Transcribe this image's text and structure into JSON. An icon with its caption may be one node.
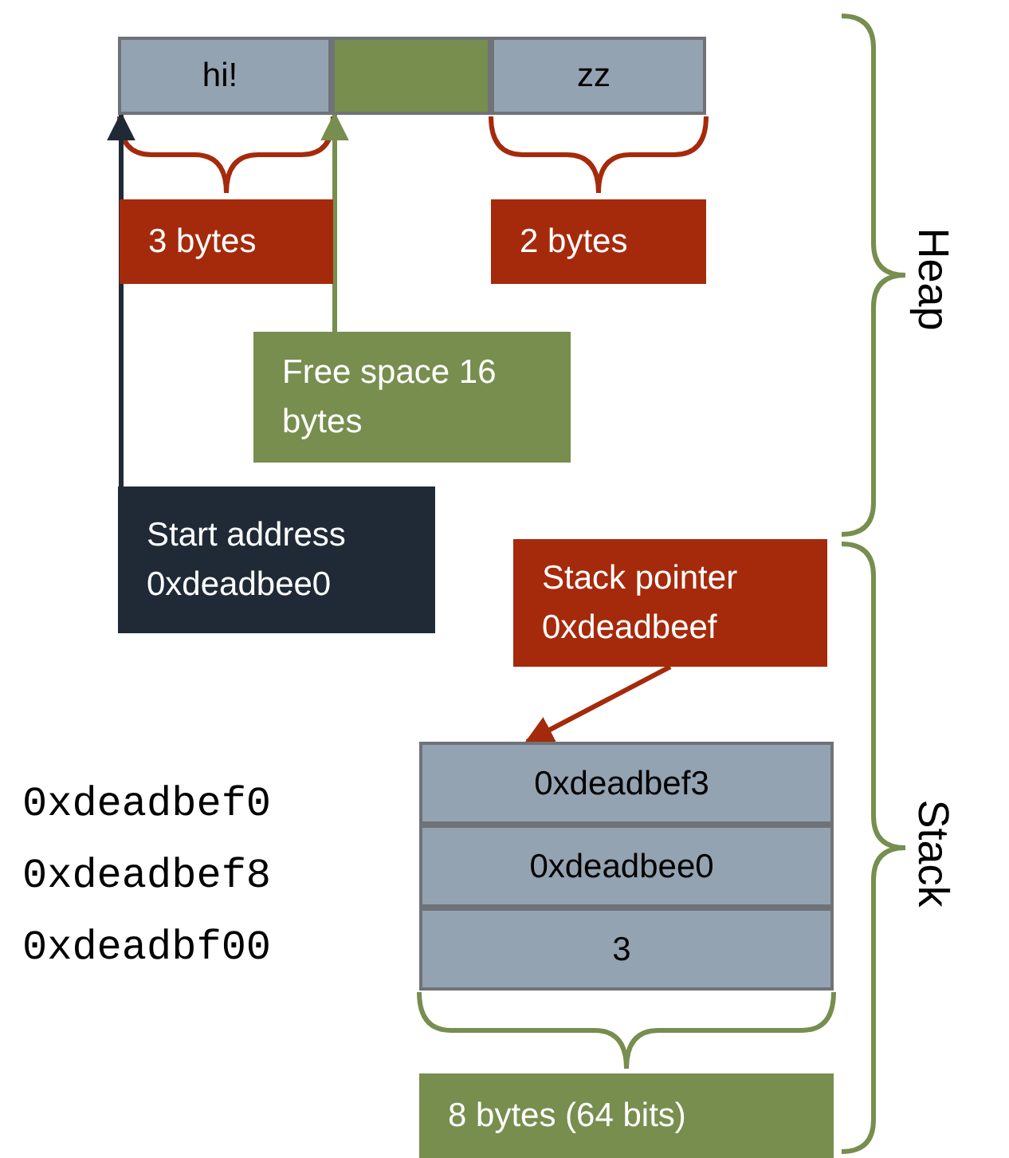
{
  "diagram": {
    "nodes": [
      {
        "text": [
          "hi!"
        ]
      },
      {
        "text": [],
        "shape": "box"
      },
      {
        "text": [
          "zz"
        ]
      },
      {
        "text": [
          "3 bytes"
        ]
      },
      {
        "text": [
          "2 bytes"
        ]
      },
      {
        "text": [
          "Free space 16 bytes"
        ]
      },
      {
        "text": [
          "Start address 0xdeadbee0"
        ]
      },
      {
        "text": [
          "Stack pointer 0xdeadbeef"
        ]
      },
      {
        "text": [
          "0xdeadbef3"
        ]
      },
      {
        "text": [
          "0xdeadbee0"
        ]
      },
      {
        "text": [
          "3"
        ]
      },
      {
        "text": [
          "8 bytes (64 bits)"
        ]
      }
    ],
    "edges": [
      {
        "from": 6,
        "to": 0,
        "arrow": "to",
        "color": "#1f2a36"
      },
      {
        "from": 5,
        "to": 1,
        "arrow": "to",
        "color": "#778e4e"
      },
      {
        "from": 7,
        "to": 8,
        "arrow": "to",
        "color": "#a52a0b"
      }
    ],
    "labels": [
      "Heap",
      "Stack",
      "0xdeadbef0",
      "0xdeadbef8",
      "0xdeadbf00"
    ]
  }
}
